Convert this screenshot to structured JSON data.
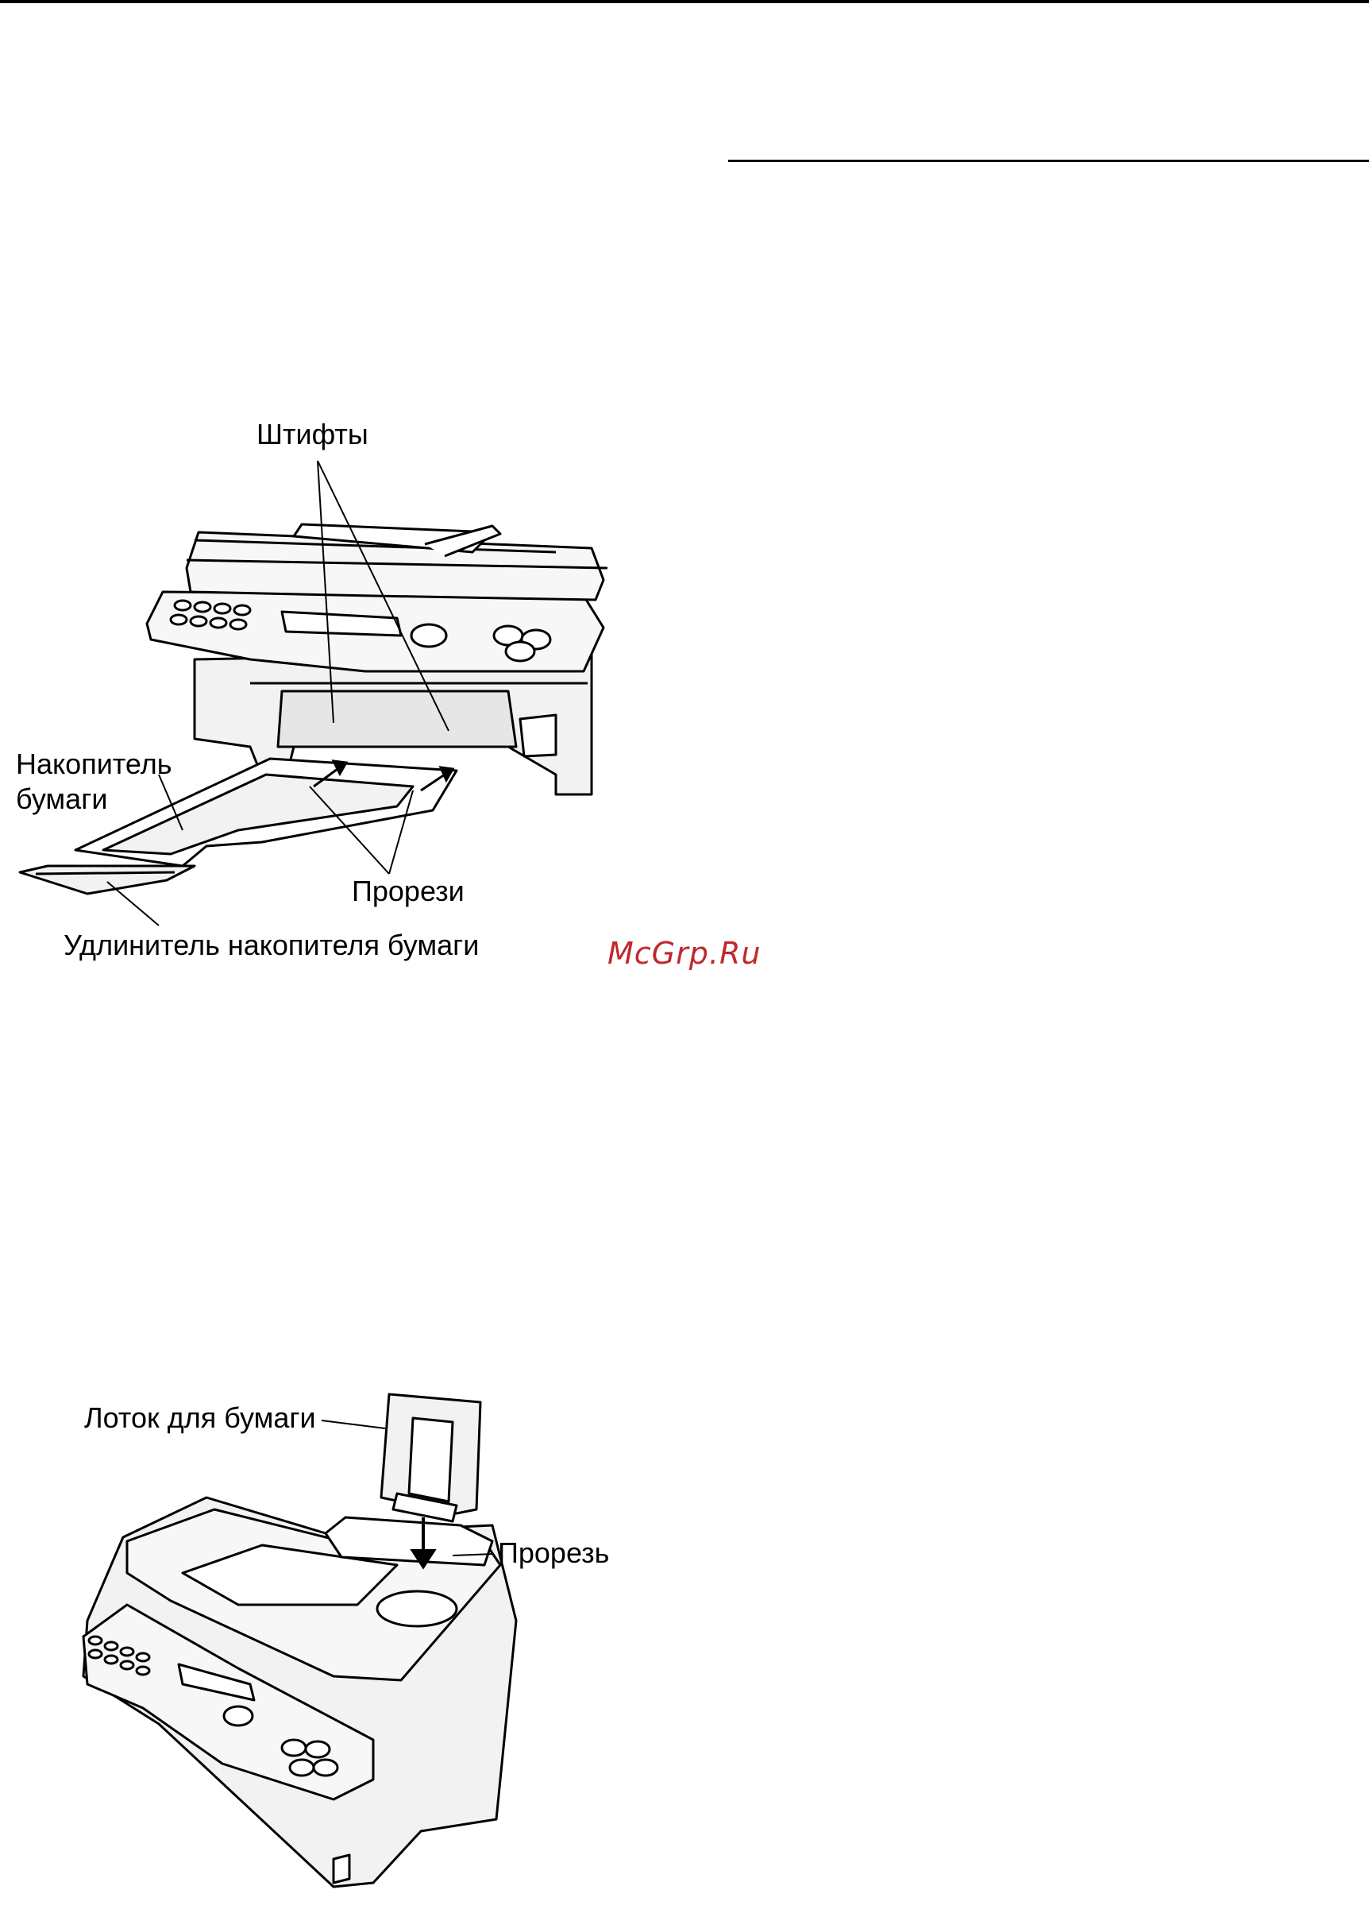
{
  "figure1": {
    "label_pins": "Штифты",
    "label_tray_line1": "Накопитель",
    "label_tray_line2": "бумаги",
    "label_slots": "Прорези",
    "label_extender": "Удлинитель накопителя бумаги"
  },
  "figure2": {
    "label_paper_tray": "Лоток для бумаги",
    "label_slot": "Прорезь"
  },
  "watermark": {
    "text": "McGrp.Ru",
    "color": "#c0282c"
  }
}
